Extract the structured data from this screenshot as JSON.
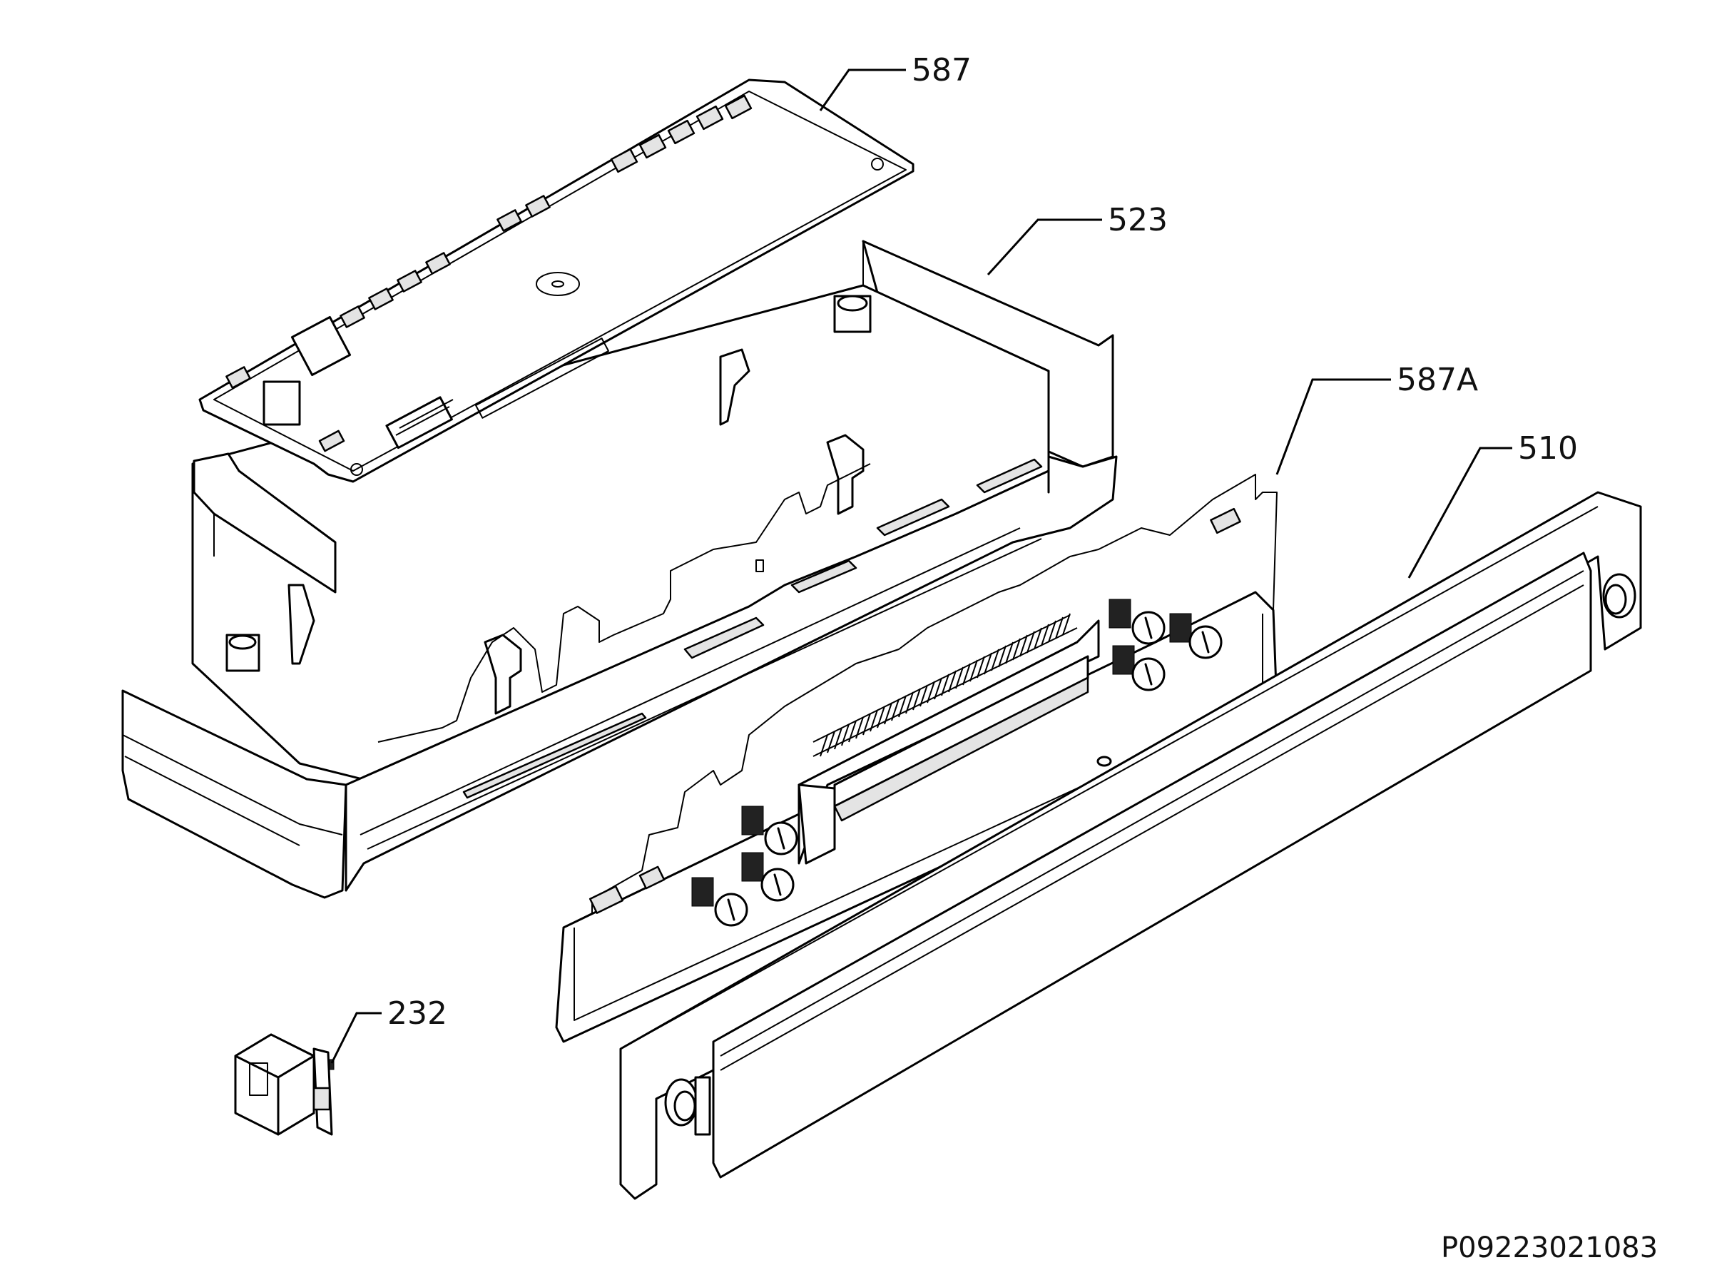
{
  "diagram": {
    "labels": [
      {
        "id": "587",
        "text": "587"
      },
      {
        "id": "523",
        "text": "523"
      },
      {
        "id": "587A",
        "text": "587A"
      },
      {
        "id": "510",
        "text": "510"
      },
      {
        "id": "232",
        "text": "232"
      }
    ],
    "reference_code": "P09223021083"
  }
}
